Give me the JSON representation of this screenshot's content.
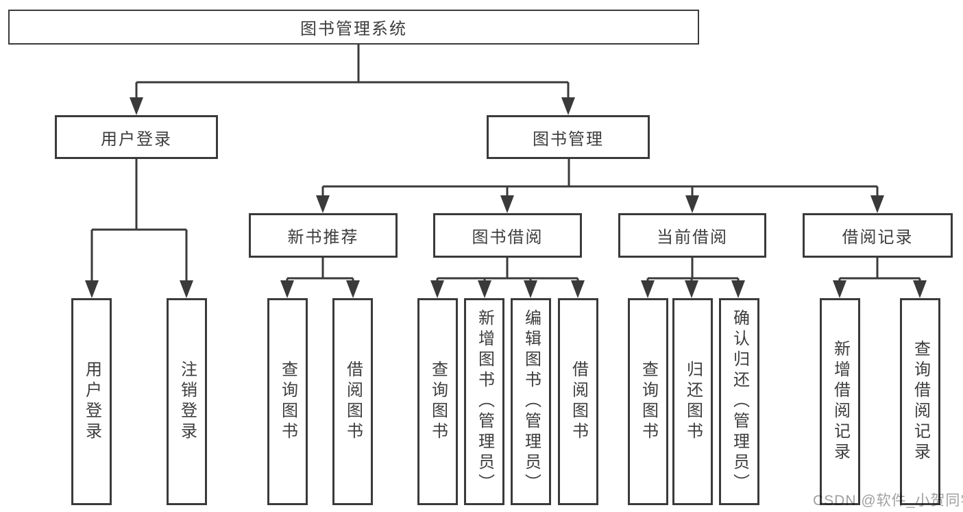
{
  "diagram_title": "图书管理系统",
  "nodes": {
    "root": {
      "label": "图书管理系统"
    },
    "user_login": {
      "label": "用户登录"
    },
    "book_management": {
      "label": "图书管理"
    },
    "new_book_recommend": {
      "label": "新书推荐"
    },
    "book_borrowing": {
      "label": "图书借阅"
    },
    "current_borrowing": {
      "label": "当前借阅"
    },
    "borrowing_records": {
      "label": "借阅记录"
    },
    "leaves": {
      "user_login": {
        "label": "用户登录"
      },
      "logout": {
        "label": "注销登录"
      },
      "nbr_query_books": {
        "label": "查询图书"
      },
      "nbr_borrow_books": {
        "label": "借阅图书"
      },
      "bb_query_books": {
        "label": "查询图书"
      },
      "bb_add_books_admin": {
        "label": "新增图书（管理员）"
      },
      "bb_edit_books_admin": {
        "label": "编辑图书（管理员）"
      },
      "bb_borrow_books": {
        "label": "借阅图书"
      },
      "cb_query_books": {
        "label": "查询图书"
      },
      "cb_return_books": {
        "label": "归还图书"
      },
      "cb_confirm_return_admin": {
        "label": "确认归还（管理员）"
      },
      "br_add_record": {
        "label": "新增借阅记录"
      },
      "br_query_record": {
        "label": "查询借阅记录"
      }
    }
  },
  "edges": [
    {
      "from": "root",
      "to": "user_login"
    },
    {
      "from": "root",
      "to": "book_management"
    },
    {
      "from": "user_login",
      "to": "leaves.user_login"
    },
    {
      "from": "user_login",
      "to": "leaves.logout"
    },
    {
      "from": "book_management",
      "to": "new_book_recommend"
    },
    {
      "from": "book_management",
      "to": "book_borrowing"
    },
    {
      "from": "book_management",
      "to": "current_borrowing"
    },
    {
      "from": "book_management",
      "to": "borrowing_records"
    },
    {
      "from": "new_book_recommend",
      "to": "leaves.nbr_query_books"
    },
    {
      "from": "new_book_recommend",
      "to": "leaves.nbr_borrow_books"
    },
    {
      "from": "book_borrowing",
      "to": "leaves.bb_query_books"
    },
    {
      "from": "book_borrowing",
      "to": "leaves.bb_add_books_admin"
    },
    {
      "from": "book_borrowing",
      "to": "leaves.bb_edit_books_admin"
    },
    {
      "from": "book_borrowing",
      "to": "leaves.bb_borrow_books"
    },
    {
      "from": "current_borrowing",
      "to": "leaves.cb_query_books"
    },
    {
      "from": "current_borrowing",
      "to": "leaves.cb_return_books"
    },
    {
      "from": "current_borrowing",
      "to": "leaves.cb_confirm_return_admin"
    },
    {
      "from": "borrowing_records",
      "to": "leaves.br_add_record"
    },
    {
      "from": "borrowing_records",
      "to": "leaves.br_query_record"
    }
  ],
  "watermark": {
    "text": "CSDN @软件_小贺同学"
  },
  "colors": {
    "line": "#3a3a3a",
    "box_border": "#3a3a3a",
    "text": "#3d3d3d",
    "watermark": "#a0a0a0",
    "background": "#ffffff"
  }
}
